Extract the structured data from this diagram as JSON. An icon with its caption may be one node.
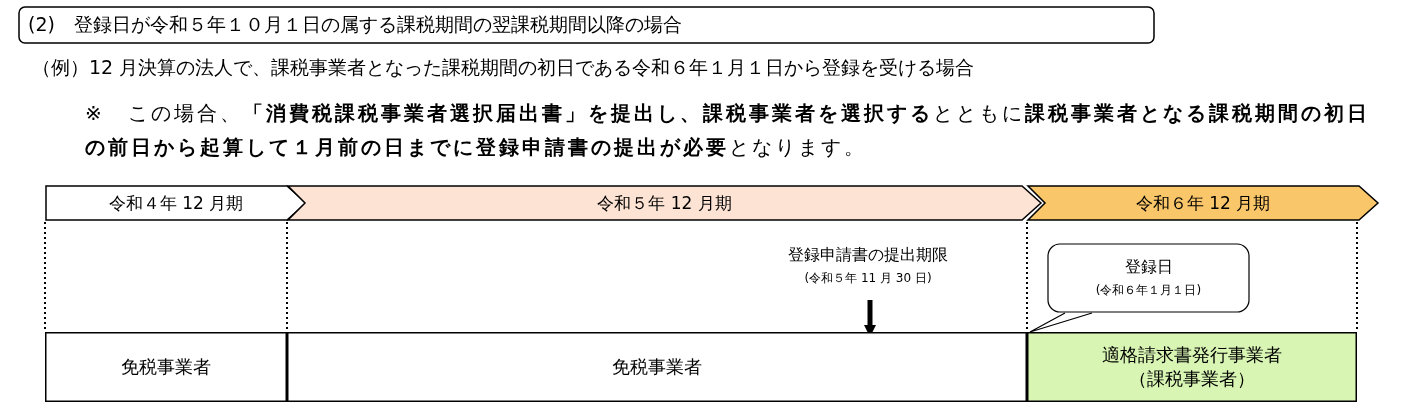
{
  "diagram": {
    "nodes": [
      {
        "text": [
          "(2)　登録日が令和５年１０月１日の属する課税期間の翌課税期間以降の場合"
        ]
      },
      {
        "text": [
          "令和４年 12 月期"
        ]
      },
      {
        "text": [
          "令和５年 12 月期"
        ]
      },
      {
        "text": [
          "令和６年 12 月期"
        ]
      },
      {
        "text": [
          "登録申請書の提出期限",
          "(令和５年 11 月 30 日)"
        ]
      },
      {
        "text": [
          "登録日",
          "(令和６年１月１日)"
        ]
      },
      {
        "text": [
          "免税事業者"
        ]
      },
      {
        "text": [
          "免税事業者"
        ]
      },
      {
        "text": [
          "適格請求書発行事業者（課税事業者）"
        ]
      }
    ],
    "edges": [
      {
        "from": 4,
        "to": 7,
        "arrow": "to",
        "style": "thick"
      },
      {
        "from": 5,
        "to": 8,
        "arrow": "none"
      }
    ],
    "labels": [
      "（例）12 月決算の法人で、課税事業者となった課税期間の初日である令和６年１月１日から登録を受ける場合",
      "※　この場合、**「消費税課税事業者選択届出書」を提出し、課税事業者を選択する**とともに**課税事業者となる課税期間の初日の前日から起算して１月前の日までに登録申請書の提出が必要**となります。"
    ]
  }
}
